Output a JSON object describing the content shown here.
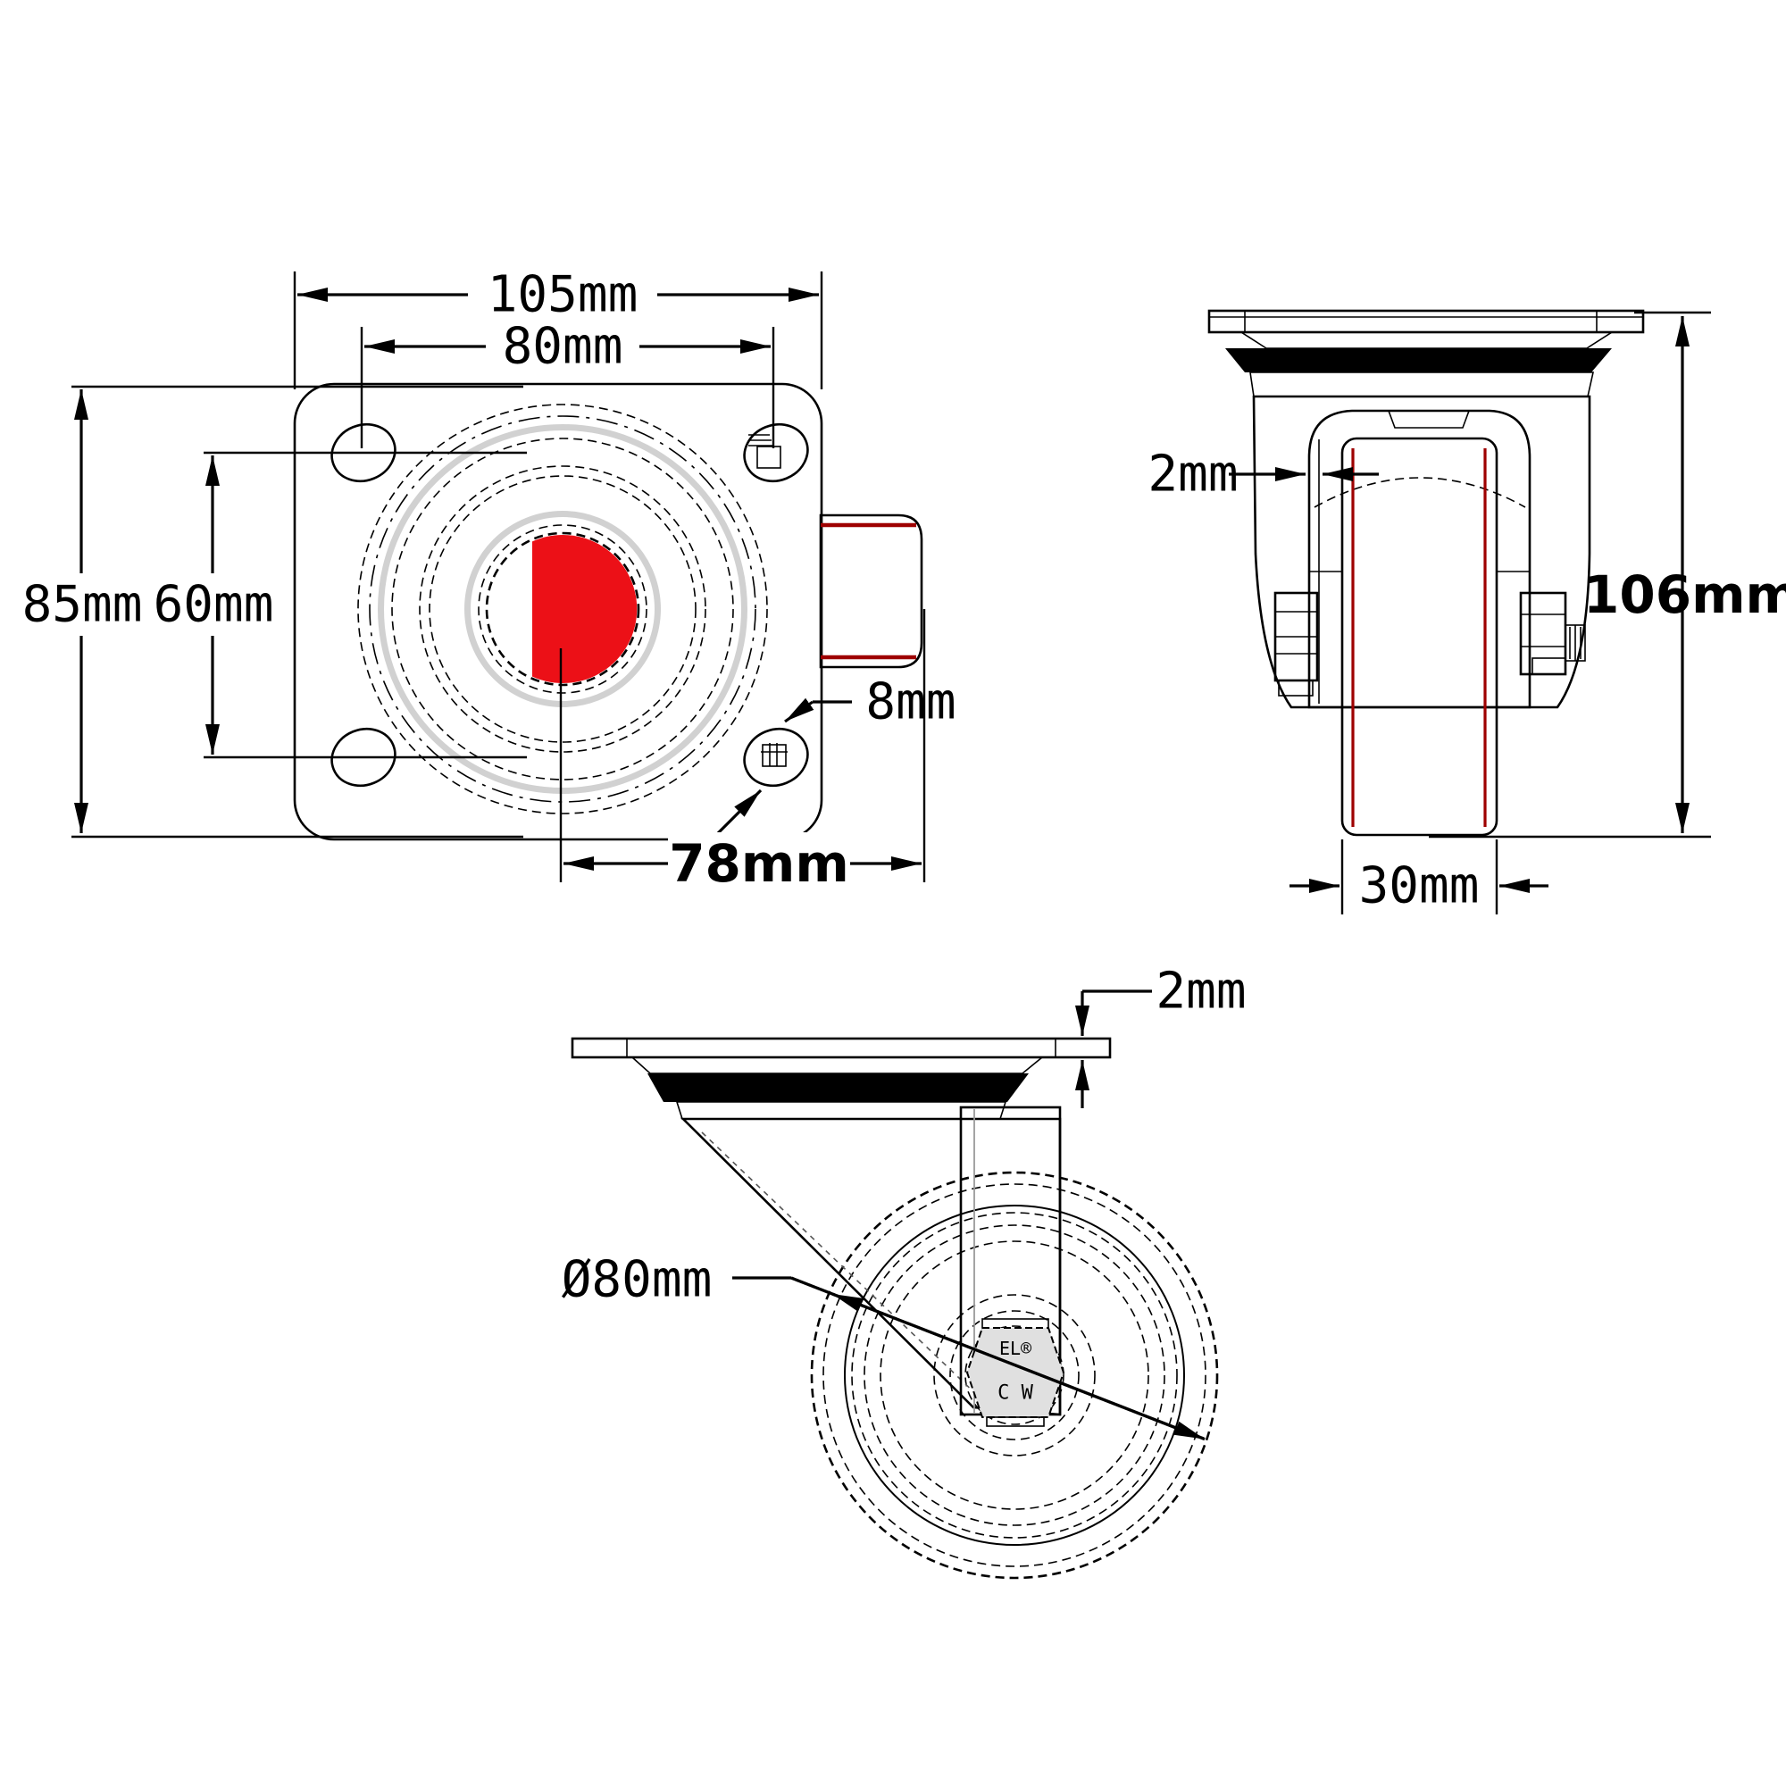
{
  "document": {
    "background": "#ffffff"
  },
  "views": {
    "top": {
      "dims": {
        "overall_width": "105mm",
        "hole_spacing_width": "80mm",
        "overall_depth": "85mm",
        "hole_spacing_depth": "60mm",
        "bolt_hole_diameter": "8mm",
        "swivel_offset": "78mm"
      }
    },
    "front": {
      "dims": {
        "fork_thickness": "2mm",
        "overall_height": "106mm",
        "wheel_width": "30mm"
      }
    },
    "side": {
      "dims": {
        "plate_thickness": "2mm",
        "wheel_diameter": "Ø80mm"
      },
      "hub_markings": {
        "line1": "EL®",
        "line2": "C W"
      }
    }
  },
  "colors": {
    "wheel_red": "#ec1017",
    "wheel_red_dark": "#9e0000",
    "seal_black": "#000000",
    "steel_light": "#ebebeb",
    "steel_mid": "#dcdcdc",
    "steel_shadow": "#c9c9c9",
    "outline": "#000000"
  }
}
